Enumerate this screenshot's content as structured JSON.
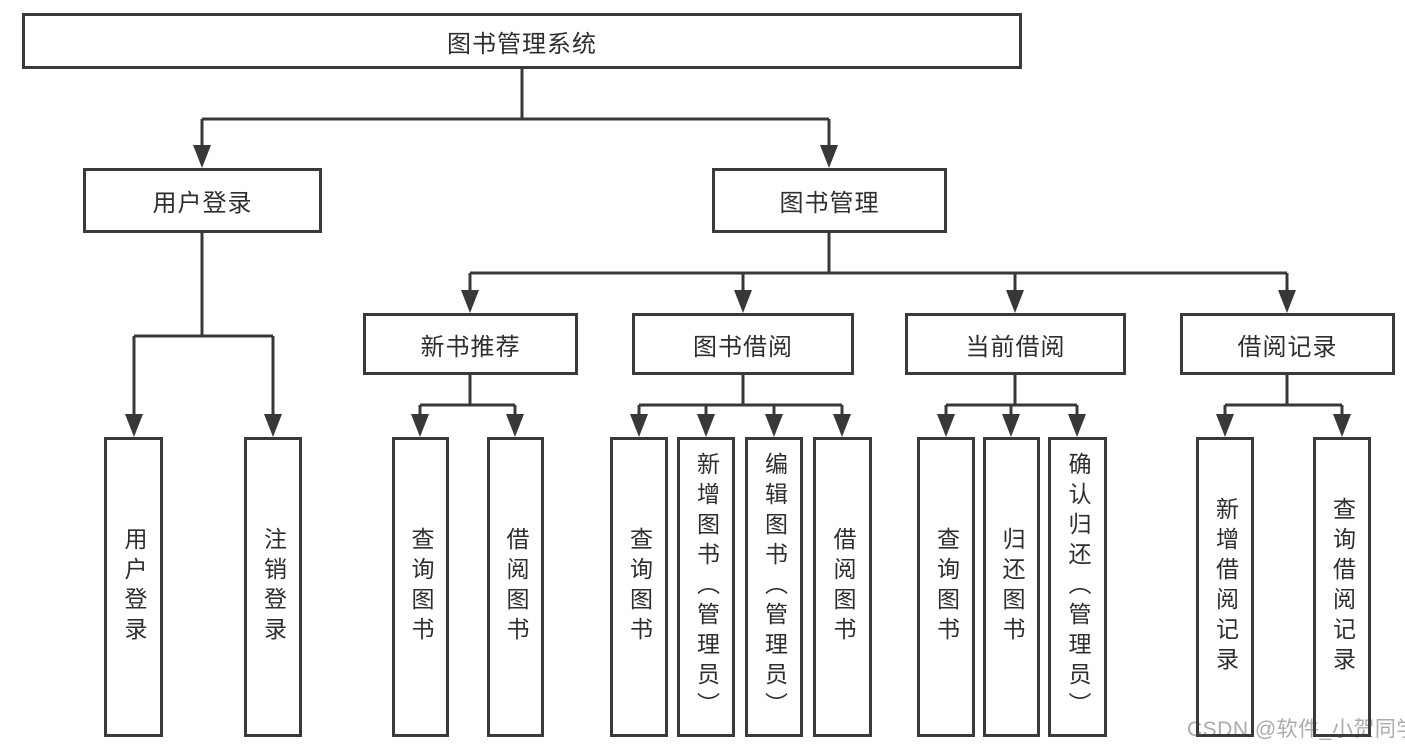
{
  "diagram_title": "图书管理系统",
  "nodes": {
    "root": {
      "label": "图书管理系统",
      "children": [
        "user_login",
        "book_mgmt"
      ]
    },
    "user_login": {
      "label": "用户登录",
      "children": [
        "leaf_user_login",
        "leaf_logout"
      ]
    },
    "book_mgmt": {
      "label": "图书管理",
      "children": [
        "new_book_rec",
        "book_borrow",
        "current_borrow",
        "borrow_records"
      ]
    },
    "new_book_rec": {
      "label": "新书推荐",
      "children": [
        "leaf_query_book_1",
        "leaf_borrow_book_1"
      ]
    },
    "book_borrow": {
      "label": "图书借阅",
      "children": [
        "leaf_query_book_2",
        "leaf_add_book",
        "leaf_edit_book",
        "leaf_borrow_book_2"
      ]
    },
    "current_borrow": {
      "label": "当前借阅",
      "children": [
        "leaf_query_book_3",
        "leaf_return_book",
        "leaf_confirm_return"
      ]
    },
    "borrow_records": {
      "label": "借阅记录",
      "children": [
        "leaf_add_borrow_record",
        "leaf_query_borrow_record"
      ]
    },
    "leaf_user_login": {
      "label": "用户登录"
    },
    "leaf_logout": {
      "label": "注销登录"
    },
    "leaf_query_book_1": {
      "label": "查询图书"
    },
    "leaf_borrow_book_1": {
      "label": "借阅图书"
    },
    "leaf_query_book_2": {
      "label": "查询图书"
    },
    "leaf_add_book": {
      "label": "新增图书（管理员）"
    },
    "leaf_edit_book": {
      "label": "编辑图书（管理员）"
    },
    "leaf_borrow_book_2": {
      "label": "借阅图书"
    },
    "leaf_query_book_3": {
      "label": "查询图书"
    },
    "leaf_return_book": {
      "label": "归还图书"
    },
    "leaf_confirm_return": {
      "label": "确认归还（管理员）"
    },
    "leaf_add_borrow_record": {
      "label": "新增借阅记录"
    },
    "leaf_query_borrow_record": {
      "label": "查询借阅记录"
    }
  },
  "watermark": {
    "text": "CSDN @软件_小贺同学"
  },
  "colors": {
    "background": "#ffffff",
    "box_border": "#3a3a3a",
    "connector_line": "#383838",
    "text": "#2e2e2e",
    "watermark_text": "#a1a1a1"
  }
}
